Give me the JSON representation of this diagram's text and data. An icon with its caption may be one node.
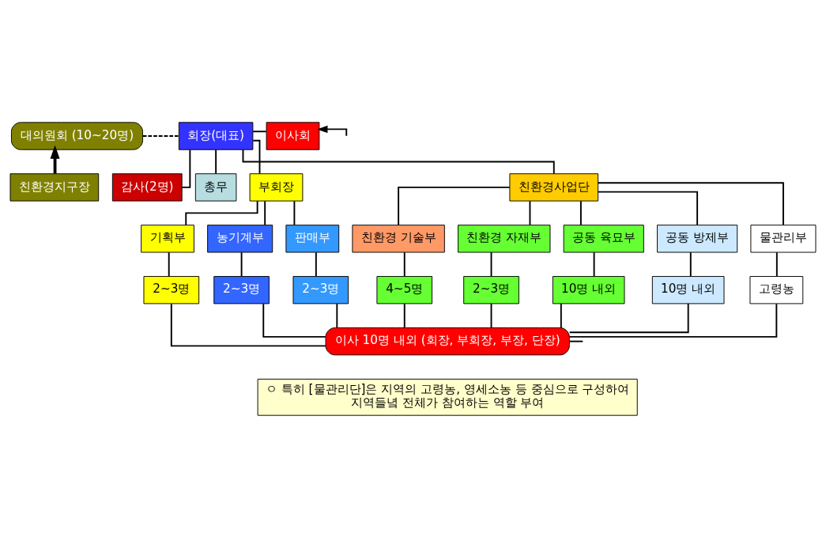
{
  "diagram": {
    "nodes": [
      {
        "text": [
          "대의원회 (10~20명)"
        ]
      },
      {
        "text": [
          "회장(대표)"
        ]
      },
      {
        "text": [
          "이사회"
        ]
      },
      {
        "text": [
          "친환경지구장"
        ]
      },
      {
        "text": [
          "감사(2명)"
        ]
      },
      {
        "text": [
          "총무"
        ]
      },
      {
        "text": [
          "부회장"
        ]
      },
      {
        "text": [
          "친환경사업단"
        ]
      },
      {
        "text": [
          "기획부"
        ]
      },
      {
        "text": [
          "농기계부"
        ]
      },
      {
        "text": [
          "판매부"
        ]
      },
      {
        "text": [
          "친환경 기술부"
        ]
      },
      {
        "text": [
          "친환경 자재부"
        ]
      },
      {
        "text": [
          "공동 육묘부"
        ]
      },
      {
        "text": [
          "공동 방제부"
        ]
      },
      {
        "text": [
          "물관리부"
        ]
      },
      {
        "text": [
          "2~3명"
        ]
      },
      {
        "text": [
          "2~3명"
        ]
      },
      {
        "text": [
          "2~3명"
        ]
      },
      {
        "text": [
          "4~5명"
        ]
      },
      {
        "text": [
          "2~3명"
        ]
      },
      {
        "text": [
          "10명 내외"
        ]
      },
      {
        "text": [
          "10명 내외"
        ]
      },
      {
        "text": [
          "고령농"
        ]
      },
      {
        "text": [
          "이사 10명 내외 (회장, 부회장, 부장, 단장)"
        ]
      },
      {
        "text": [
          "ㅇ 특히 [물관리단]은 지역의 고령농, 영세소농 등 중심으로 구성하여 지역들녘 전체가 참여하는 역할 부여"
        ]
      }
    ],
    "edges": [
      {
        "from": 0,
        "to": 1,
        "arrow": "none",
        "style": "dashed"
      },
      {
        "from": 1,
        "to": 2,
        "arrow": "none"
      },
      {
        "from": null,
        "to": 2,
        "arrow": "to"
      },
      {
        "from": 3,
        "to": 0,
        "arrow": "to",
        "style": "thick"
      },
      {
        "from": 1,
        "to": 4,
        "arrow": "none"
      },
      {
        "from": 1,
        "to": 5,
        "arrow": "none"
      },
      {
        "from": 1,
        "to": 6,
        "arrow": "none"
      },
      {
        "from": 1,
        "to": 7,
        "arrow": "none"
      },
      {
        "from": 6,
        "to": 8,
        "arrow": "none"
      },
      {
        "from": 6,
        "to": 9,
        "arrow": "none"
      },
      {
        "from": 6,
        "to": 10,
        "arrow": "none"
      },
      {
        "from": 7,
        "to": 11,
        "arrow": "none"
      },
      {
        "from": 7,
        "to": 12,
        "arrow": "none"
      },
      {
        "from": 7,
        "to": 13,
        "arrow": "none"
      },
      {
        "from": 7,
        "to": 14,
        "arrow": "none"
      },
      {
        "from": 7,
        "to": 15,
        "arrow": "none"
      },
      {
        "from": 8,
        "to": 16,
        "arrow": "none"
      },
      {
        "from": 9,
        "to": 17,
        "arrow": "none"
      },
      {
        "from": 10,
        "to": 18,
        "arrow": "none"
      },
      {
        "from": 11,
        "to": 19,
        "arrow": "none"
      },
      {
        "from": 12,
        "to": 20,
        "arrow": "none"
      },
      {
        "from": 13,
        "to": 21,
        "arrow": "none"
      },
      {
        "from": 14,
        "to": 22,
        "arrow": "none"
      },
      {
        "from": 15,
        "to": 23,
        "arrow": "none"
      },
      {
        "from": 16,
        "to": 24,
        "arrow": "none"
      },
      {
        "from": 17,
        "to": 24,
        "arrow": "none"
      },
      {
        "from": 18,
        "to": 24,
        "arrow": "none"
      },
      {
        "from": 19,
        "to": 24,
        "arrow": "none"
      },
      {
        "from": 20,
        "to": 24,
        "arrow": "none"
      },
      {
        "from": 21,
        "to": 24,
        "arrow": "none"
      },
      {
        "from": 22,
        "to": 24,
        "arrow": "none"
      },
      {
        "from": 23,
        "to": 24,
        "arrow": "none"
      },
      {
        "from": 24,
        "to": null,
        "arrow": "none"
      }
    ]
  }
}
